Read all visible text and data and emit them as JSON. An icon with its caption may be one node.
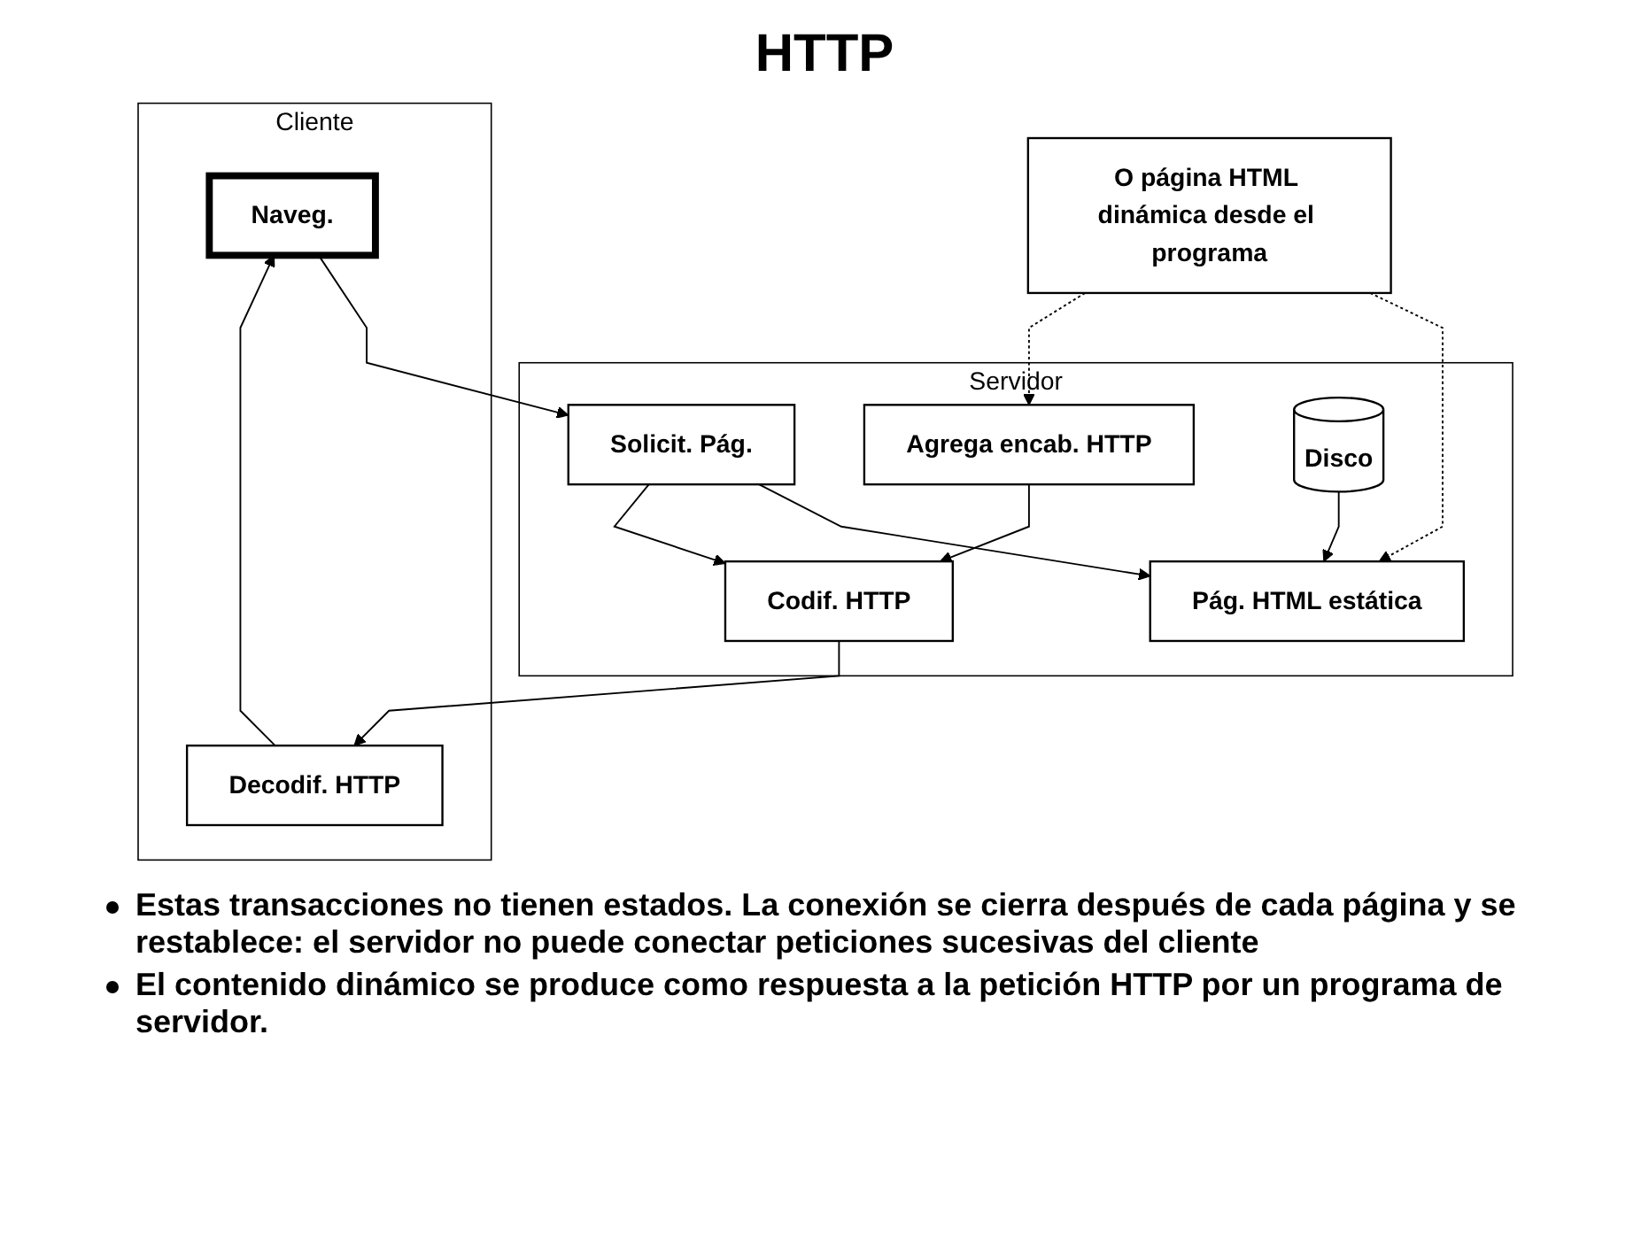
{
  "diagram": {
    "title": "HTTP",
    "nodes": [
      {
        "text": [
          "Cliente"
        ]
      },
      {
        "text": [
          "Naveg."
        ],
        "in": 0
      },
      {
        "text": [
          "Decodif. HTTP"
        ],
        "in": 0
      },
      {
        "text": [
          "Servidor"
        ]
      },
      {
        "text": [
          "Solicit. Pág."
        ],
        "in": 3
      },
      {
        "text": [
          "Pág. HTML estática"
        ],
        "in": 3
      },
      {
        "text": [
          "Disco"
        ],
        "in": 3
      },
      {
        "text": [
          "Codif. HTTP"
        ],
        "in": 3
      },
      {
        "text": [
          "Agrega encab. HTTP"
        ],
        "in": 3
      },
      {
        "text": [
          "O página HTML dinámica desde el programa"
        ]
      }
    ],
    "edges": [
      {
        "from": 1,
        "to": 4,
        "arrow": "to"
      },
      {
        "from": 4,
        "to": 5,
        "arrow": "to"
      },
      {
        "from": 6,
        "to": 5,
        "arrow": "to"
      },
      {
        "from": 4,
        "to": 7,
        "arrow": "to"
      },
      {
        "from": 8,
        "to": 7,
        "arrow": "to"
      },
      {
        "from": 7,
        "to": 2,
        "arrow": "to"
      },
      {
        "from": 2,
        "to": 1,
        "arrow": "to"
      },
      {
        "from": 9,
        "to": 5,
        "arrow": "to",
        "style": "dashed"
      },
      {
        "from": 9,
        "to": 8,
        "arrow": "to",
        "style": "dashed"
      }
    ],
    "labels": [
      "Estas transacciones no tienen estados. La conexión se cierra después de cada página y se restablece: el servidor no puede conectar peticiones sucesivas del cliente",
      "El contenido dinámico se produce como respuesta a la petición HTTP por un programa de servidor."
    ]
  }
}
